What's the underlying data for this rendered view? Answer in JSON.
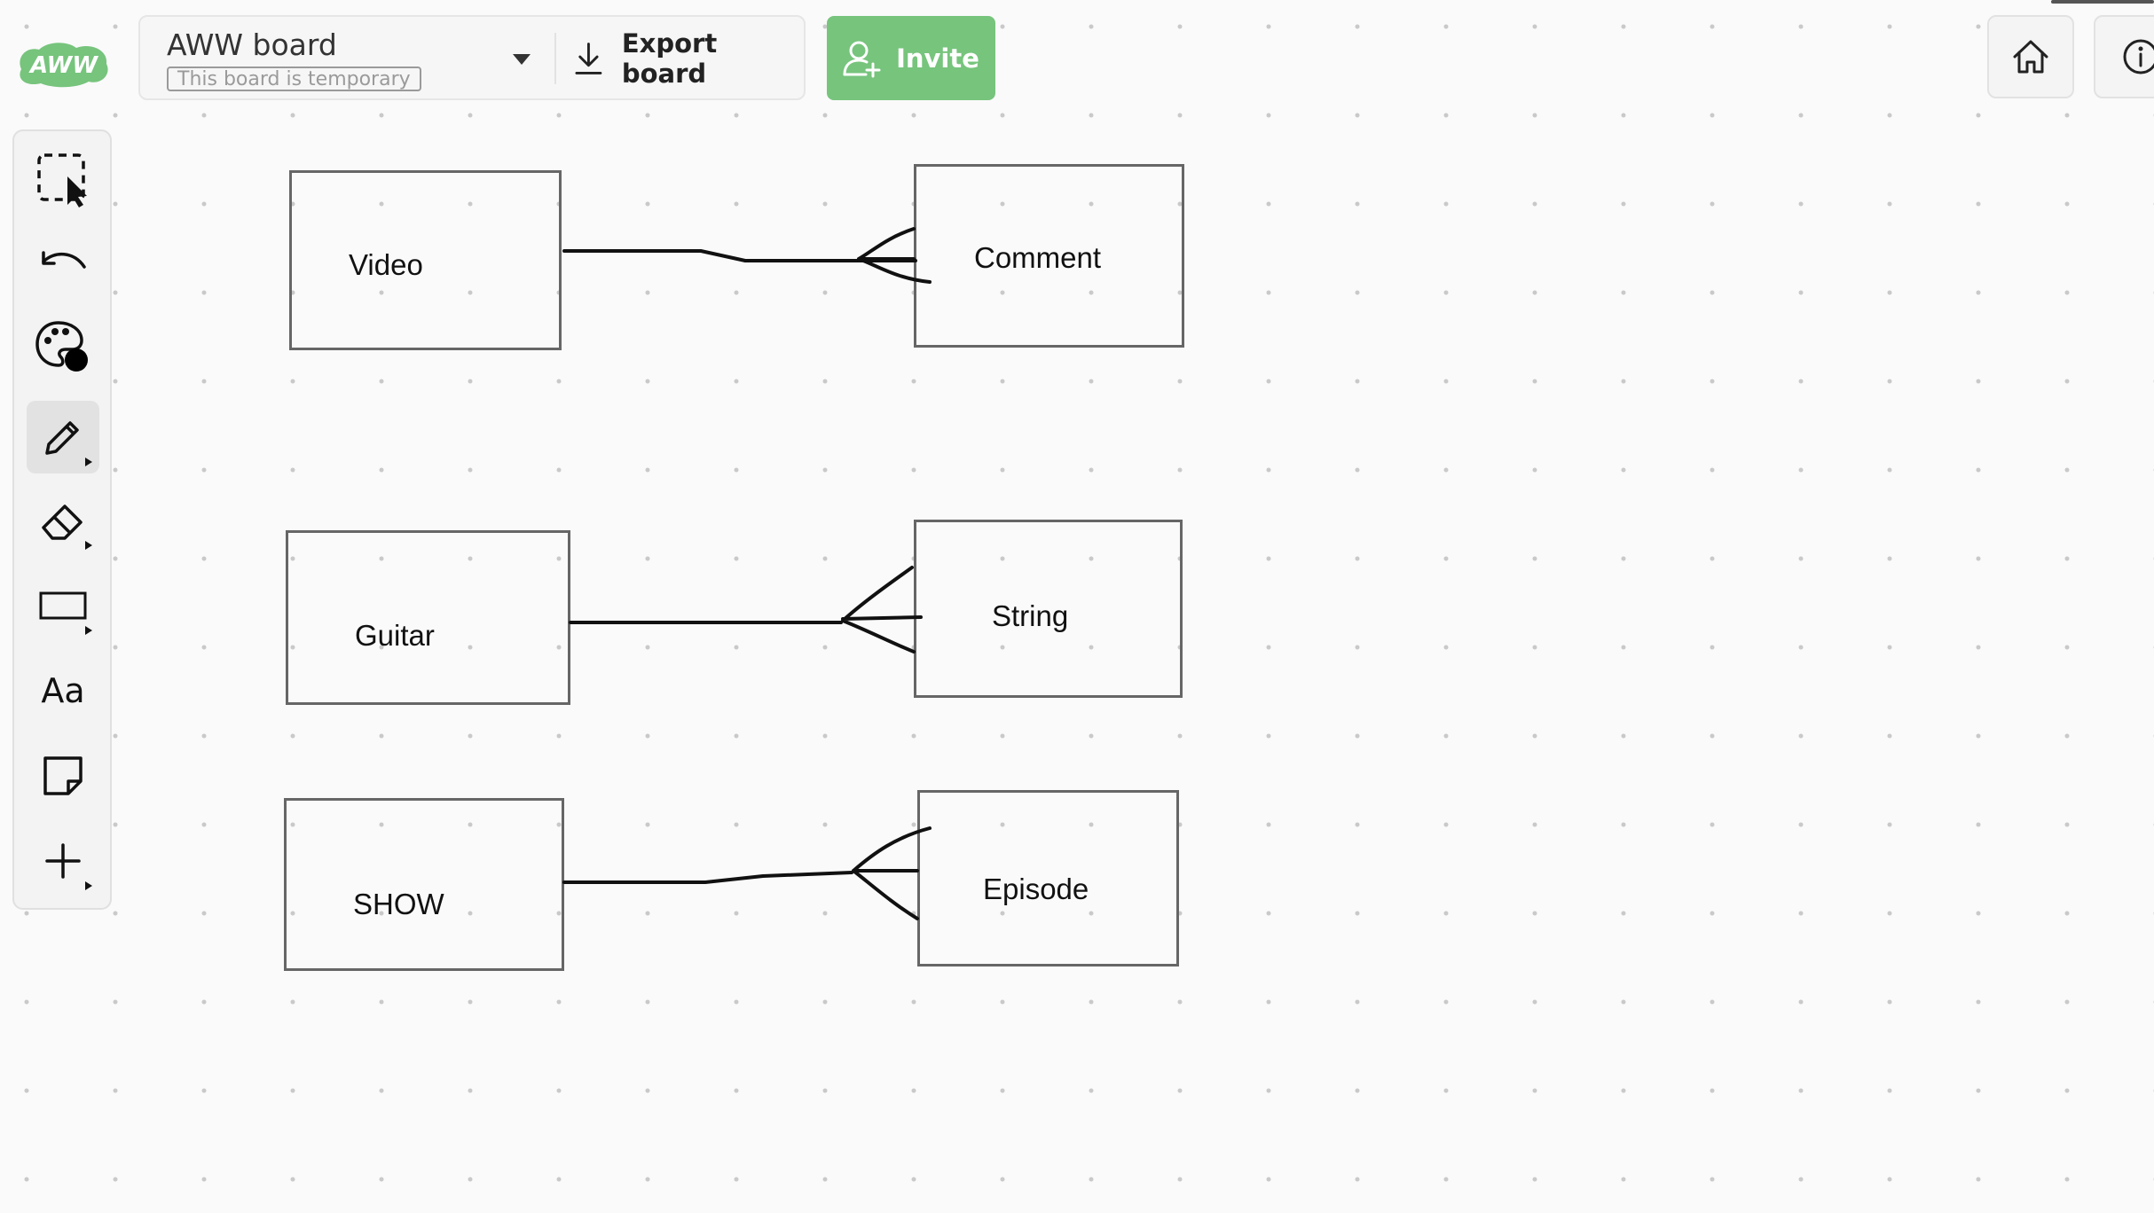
{
  "app": {
    "logo_text": "AWW",
    "brand_color": "#77c47d",
    "board_title": "AWW board",
    "board_status": "This board is temporary",
    "export_label": "Export board",
    "invite_label": "Invite"
  },
  "toolbar": {
    "tools": [
      {
        "name": "select",
        "icon": "select-cursor-icon"
      },
      {
        "name": "undo",
        "icon": "undo-icon"
      },
      {
        "name": "color",
        "icon": "palette-icon",
        "current_color": "#000000"
      },
      {
        "name": "pen",
        "icon": "pencil-icon",
        "active": true
      },
      {
        "name": "eraser",
        "icon": "eraser-icon"
      },
      {
        "name": "shape",
        "icon": "rectangle-icon"
      },
      {
        "name": "text",
        "icon": "text-icon",
        "label": "Aa"
      },
      {
        "name": "sticky-note",
        "icon": "sticky-note-icon"
      },
      {
        "name": "more",
        "icon": "plus-icon"
      }
    ]
  },
  "corner": {
    "home_icon": "home-icon",
    "info_icon": "info-icon"
  },
  "diagram": {
    "relations": [
      {
        "from": "Video",
        "to": "Comment",
        "type": "one-to-many"
      },
      {
        "from": "Guitar",
        "to": "String",
        "type": "one-to-many"
      },
      {
        "from": "SHOW",
        "to": "Episode",
        "type": "one-to-many"
      }
    ]
  }
}
